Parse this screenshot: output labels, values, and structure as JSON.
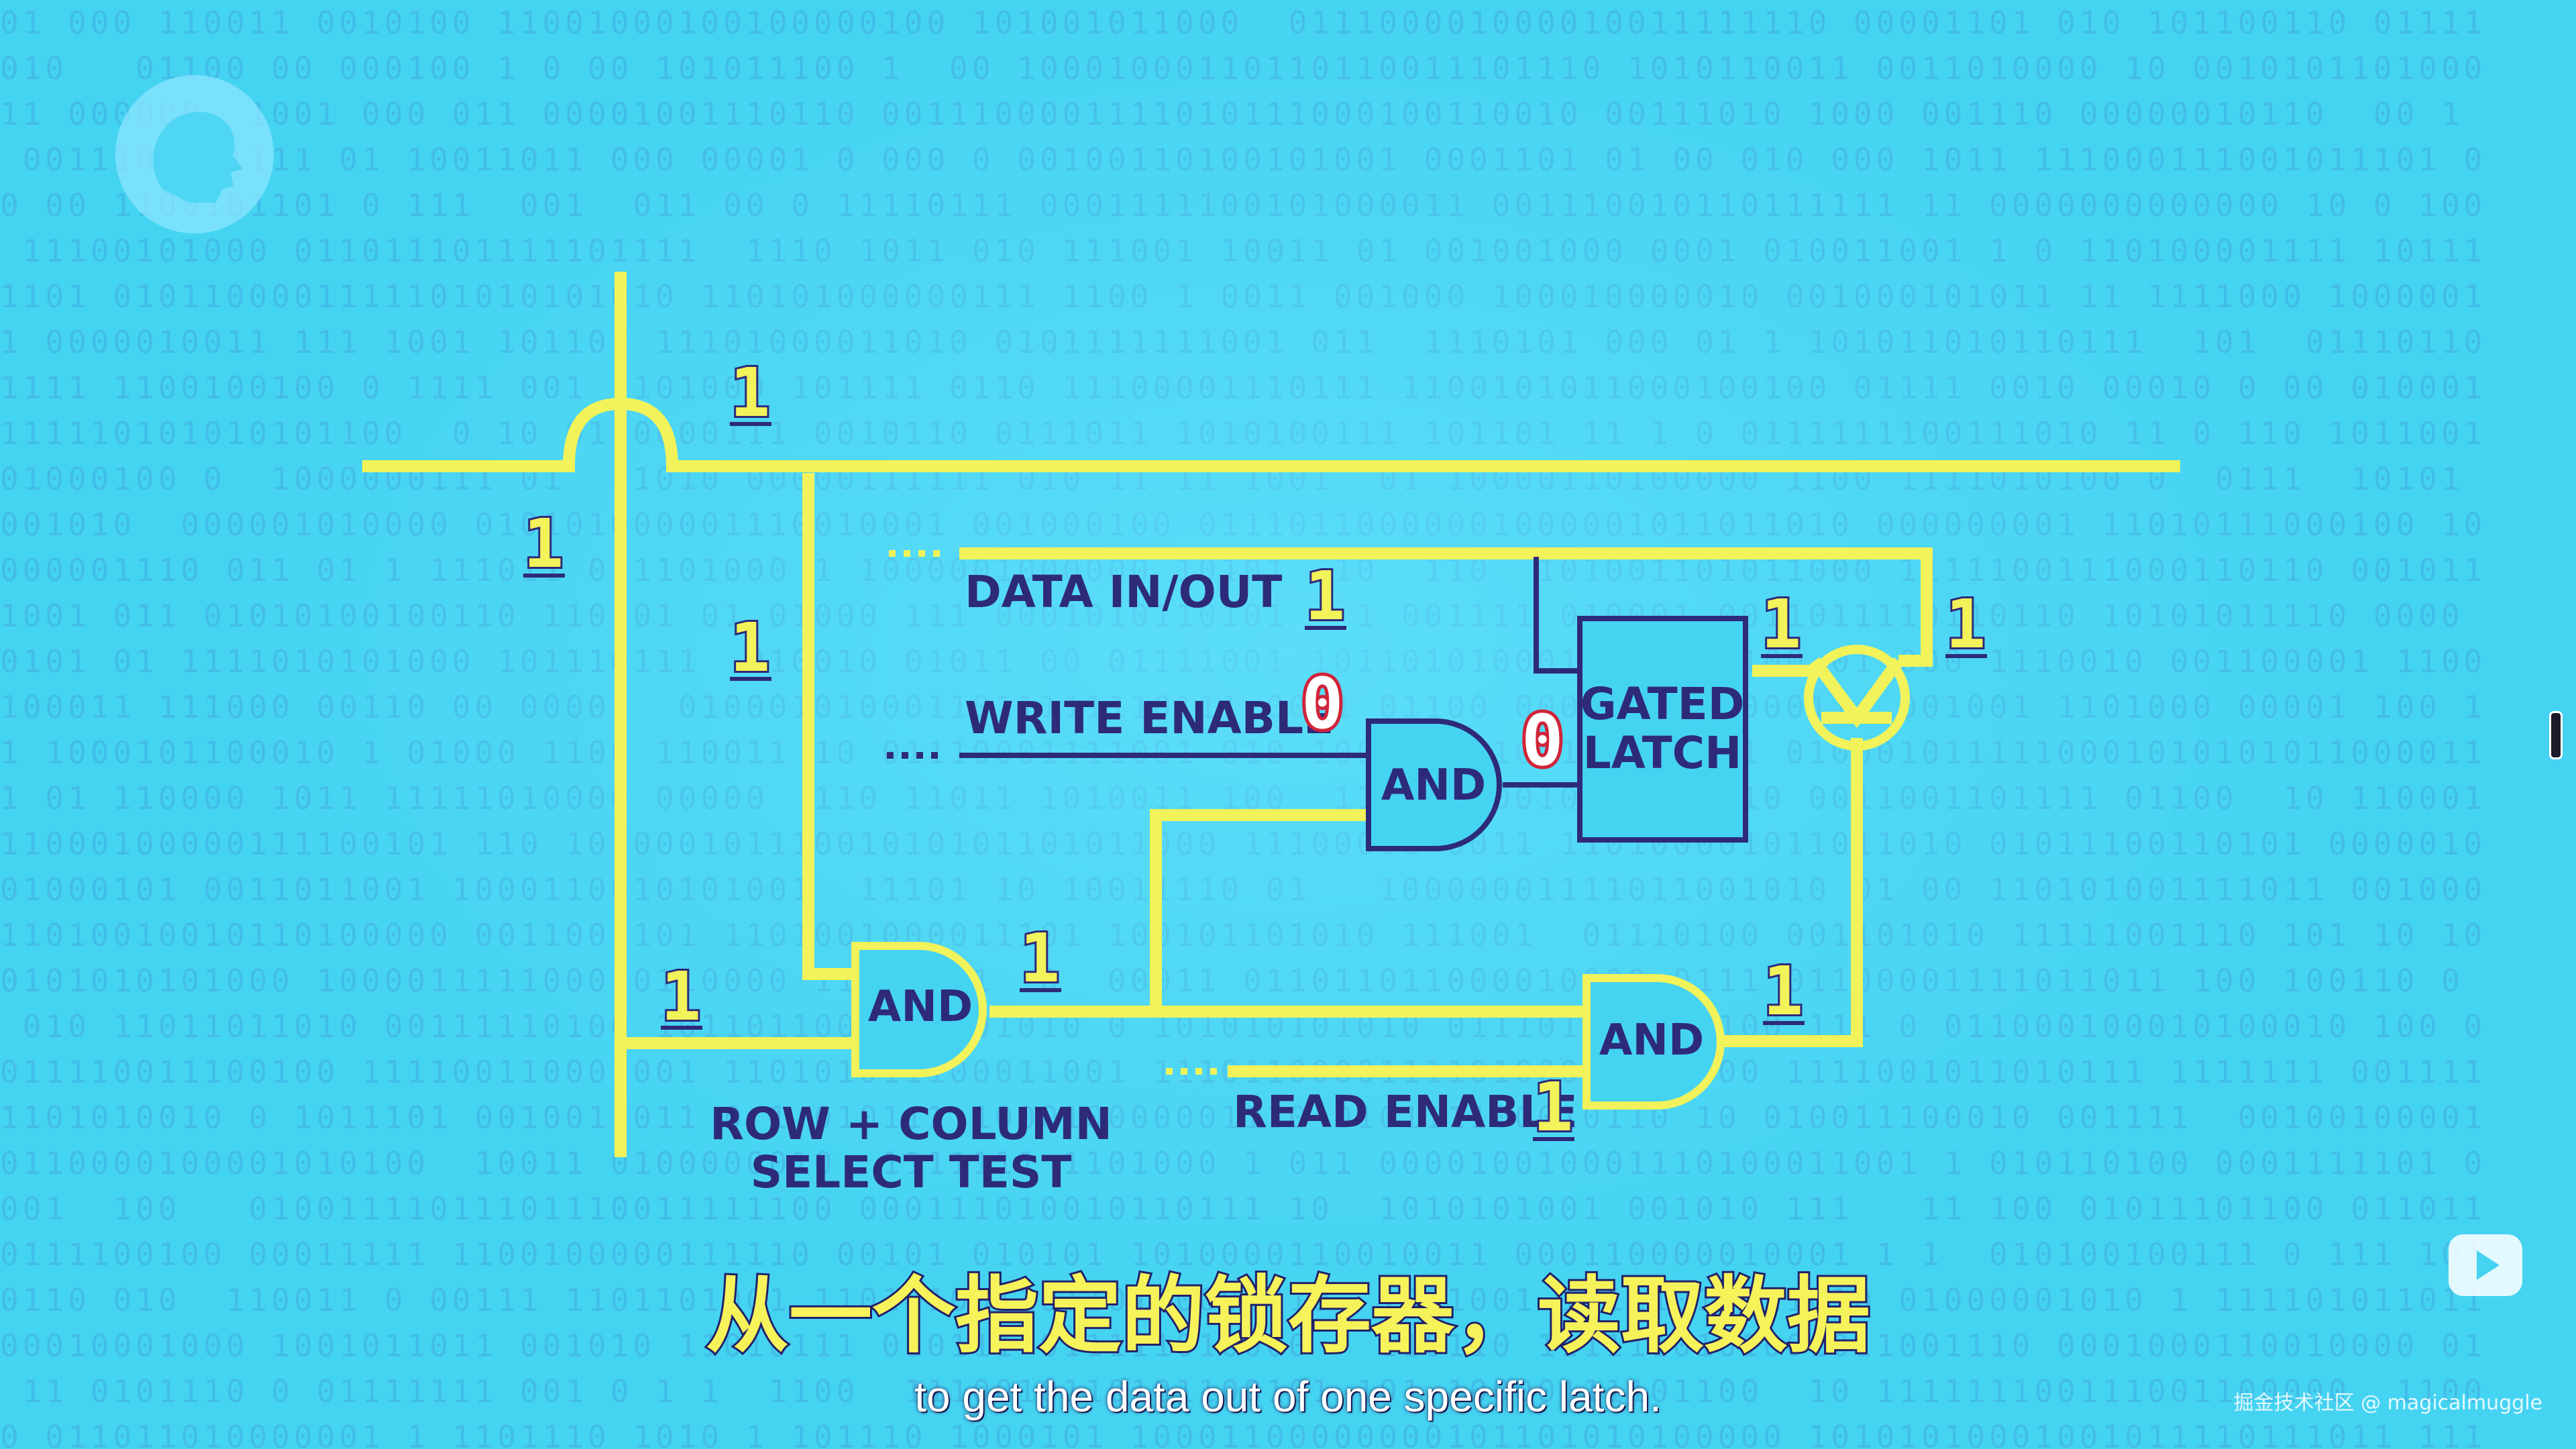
{
  "diagram": {
    "labels": {
      "data_in_out": "DATA IN/OUT",
      "write_enable": "WRITE ENABLE",
      "read_enable": "READ ENABLE",
      "row_column_1": "ROW + COLUMN",
      "row_column_2": "SELECT TEST",
      "gated_latch_1": "GATED",
      "gated_latch_2": "LATCH",
      "and_gate": "AND"
    },
    "bits": {
      "top_bus": "1",
      "left_bus": "1",
      "column_wire": "1",
      "row_and_input": "1",
      "row_and_output": "1",
      "data_in_out": "1",
      "write_enable": "0",
      "write_and_output": "0",
      "latch_output": "1",
      "transistor_out": "1",
      "read_and_output": "1",
      "read_enable": "1"
    },
    "colors": {
      "background": "#45d3f2",
      "wire_yellow": "#f2f25a",
      "wire_navy": "#2e2a7a",
      "bit_zero_red": "#d0243a"
    }
  },
  "subtitles": {
    "chinese": "从一个指定的锁存器，读取数据",
    "english": "to get the data out of one specific latch."
  },
  "overlays": {
    "watermark": "掘金技术社区 @ magicalmuggle",
    "logo_icon": "pbs-head-icon",
    "player_icon": "bilibili-play-icon"
  }
}
